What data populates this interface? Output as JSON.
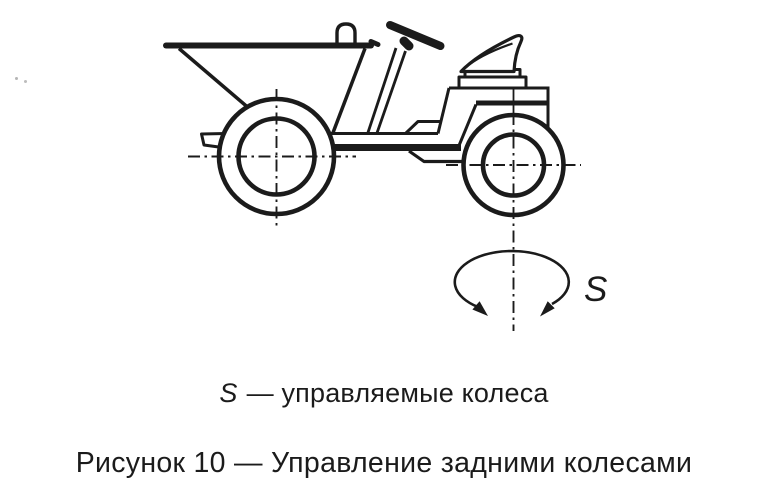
{
  "figure": {
    "drawing": {
      "description": "technical side-view line drawing of a small dump tractor with rear steered wheel",
      "arrow_label": "S"
    },
    "legend": {
      "symbol": "S",
      "text": "— управляемые колеса"
    },
    "caption": "Рисунок 10 — Управление задними колесами",
    "colors": {
      "ink": "#1b1b1b",
      "background": "#ffffff"
    }
  }
}
